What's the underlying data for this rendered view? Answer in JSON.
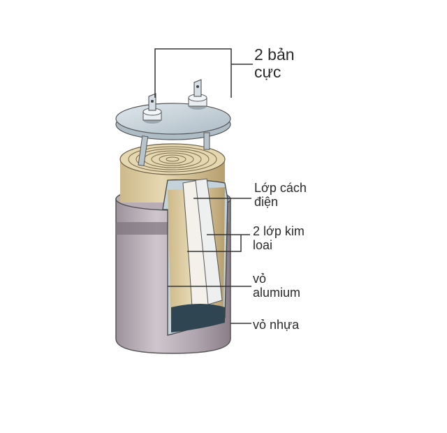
{
  "diagram": {
    "subject": "capacitor-cutaway",
    "colors": {
      "background": "#ffffff",
      "plastic_shell": "#b7acb4",
      "plastic_shell_dark": "#7e737c",
      "aluminium_can": "#c4d3db",
      "insulation_layer": "#d8c79d",
      "foil_layer": "#f3f1ea",
      "base_dark": "#2f4652",
      "lid": "#c9d4db",
      "leader_line": "#333333",
      "text": "#2a2a2a"
    }
  },
  "labels": {
    "terminals": {
      "line1": "2 bản",
      "line2": "cực"
    },
    "insulation": {
      "line1": "Lớp cách",
      "line2": "điện"
    },
    "metal_layers": {
      "line1": "2 lớp kim",
      "line2": "loai"
    },
    "aluminium_shell": {
      "line1": "vỏ",
      "line2": "alumium"
    },
    "plastic_shell": {
      "line1": "vỏ nhựa"
    }
  }
}
